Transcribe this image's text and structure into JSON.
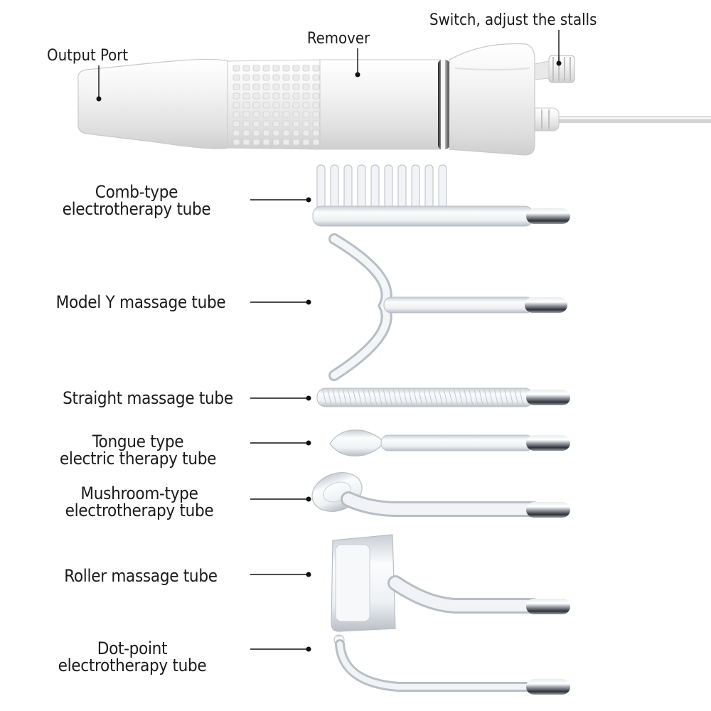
{
  "device": {
    "output_port": "Output Port",
    "remover": "Remover",
    "switch": "Switch, adjust the stalls"
  },
  "tubes": [
    {
      "lines": [
        "Comb-type",
        "electrotherapy tube"
      ]
    },
    {
      "lines": [
        "Model Y massage tube"
      ]
    },
    {
      "lines": [
        "Straight massage tube"
      ]
    },
    {
      "lines": [
        "Tongue type",
        "electric therapy tube"
      ]
    },
    {
      "lines": [
        "Mushroom-type",
        "electrotherapy tube"
      ]
    },
    {
      "lines": [
        "Roller massage tube"
      ]
    },
    {
      "lines": [
        "Dot-point",
        "electrotherapy tube"
      ]
    }
  ],
  "colors": {
    "text": "#1a1a1a",
    "device_body": "#f2f2f2",
    "glass": "#d9dde2",
    "metal_tip": "#9aa0a8"
  }
}
